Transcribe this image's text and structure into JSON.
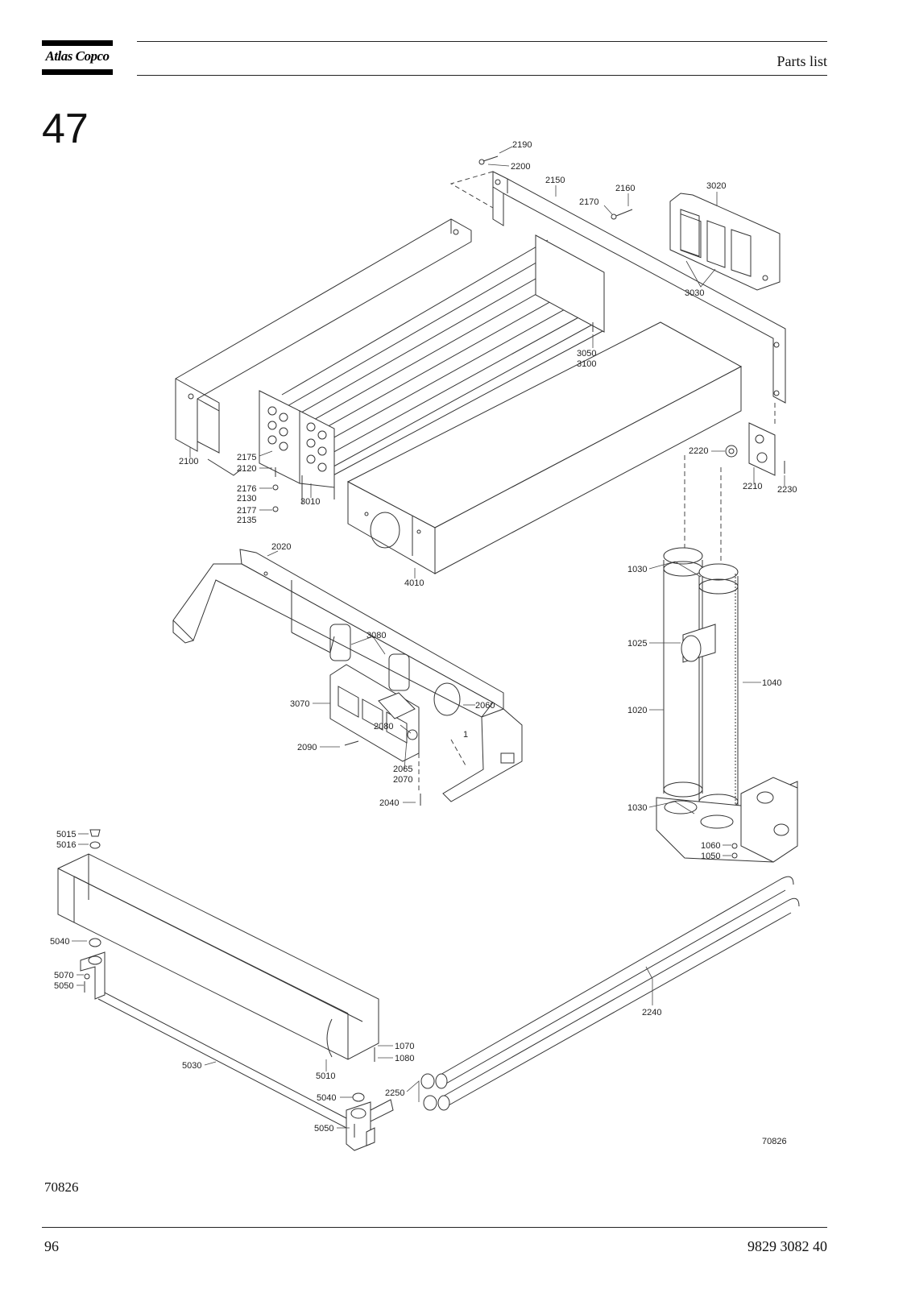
{
  "header": {
    "brand": "Atlas Copco",
    "title": "Parts list"
  },
  "section_number": "47",
  "drawing": {
    "callouts": {
      "c2190": "2190",
      "c2200": "2200",
      "c2150": "2150",
      "c2170": "2170",
      "c2160": "2160",
      "c3020": "3020",
      "c3030": "3030",
      "c3050": "3050",
      "c3100": "3100",
      "c2100": "2100",
      "c2175": "2175",
      "c2120": "2120",
      "c2176": "2176",
      "c2130": "2130",
      "c2177": "2177",
      "c2135": "2135",
      "c3010": "3010",
      "c2220": "2220",
      "c2210": "2210",
      "c2230": "2230",
      "c4010": "4010",
      "c2020": "2020",
      "c3080": "3080",
      "c3070": "3070",
      "c2060": "2060",
      "c2080": "2080",
      "c2090": "2090",
      "c2065": "2065",
      "c2070": "2070",
      "c2040": "2040",
      "c1": "1",
      "c1030a": "1030",
      "c1025": "1025",
      "c1040": "1040",
      "c1020": "1020",
      "c1030b": "1030",
      "c1060": "1060",
      "c1050": "1050",
      "c5015": "5015",
      "c5016": "5016",
      "c5040a": "5040",
      "c5070": "5070",
      "c5050a": "5050",
      "c2240": "2240",
      "c1070": "1070",
      "c1080": "1080",
      "c5030": "5030",
      "c5010": "5010",
      "c5040b": "5040",
      "c2250": "2250",
      "c5050b": "5050"
    },
    "drawing_number": "70826"
  },
  "footer": {
    "figure_id": "70826",
    "page_number": "96",
    "document_number": "9829 3082 40"
  }
}
